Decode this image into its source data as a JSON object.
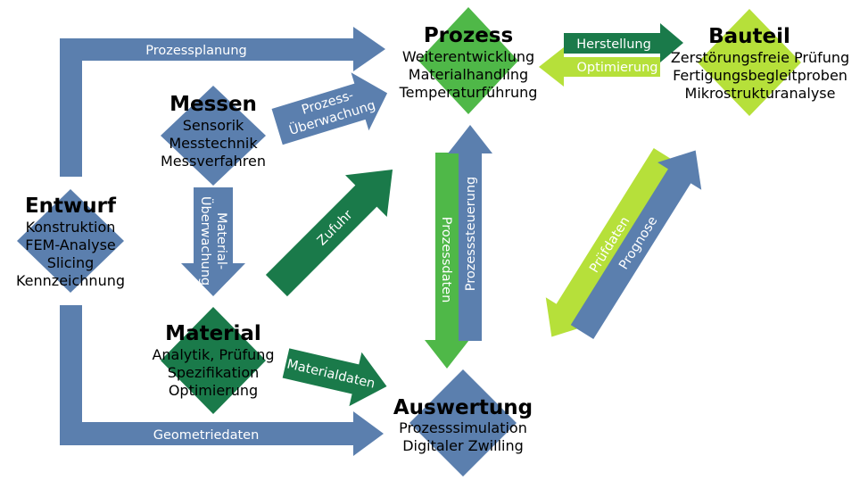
{
  "colors": {
    "blue": "#5b7fae",
    "dark_green": "#1a7a4a",
    "mid_green": "#4fb848",
    "lime": "#b6e03a"
  },
  "nodes": {
    "prozess": {
      "title": "Prozess",
      "lines": [
        "Weiterentwicklung",
        "Materialhandling",
        "Temperaturführung"
      ]
    },
    "bauteil": {
      "title": "Bauteil",
      "lines": [
        "Zerstörungsfreie Prüfung",
        "Fertigungsbegleitproben",
        "Mikrostrukturanalyse"
      ]
    },
    "messen": {
      "title": "Messen",
      "lines": [
        "Sensorik",
        "Messtechnik",
        "Messverfahren"
      ]
    },
    "entwurf": {
      "title": "Entwurf",
      "lines": [
        "Konstruktion",
        "FEM-Analyse",
        "Slicing",
        "Kennzeichnung"
      ]
    },
    "material": {
      "title": "Material",
      "lines": [
        "Analytik, Prüfung",
        "Spezifikation",
        "Optimierung"
      ]
    },
    "auswertung": {
      "title": "Auswertung",
      "lines": [
        "Prozesssimulation",
        "Digitaler Zwilling"
      ]
    }
  },
  "arrows": {
    "prozessplanung": "Prozessplanung",
    "geometriedaten": "Geometriedaten",
    "prozess_ueberwachung": [
      "Prozess-",
      "Überwachung"
    ],
    "material_ueberwachung": [
      "Material-",
      "Überwachung"
    ],
    "zufuhr": "Zufuhr",
    "materialdaten": "Materialdaten",
    "prozesssteuerung": "Prozesssteuerung",
    "prozessdaten": "Prozessdaten",
    "herstellung": "Herstellung",
    "optimierung": "Optimierung",
    "pruefdaten": "Prüfdaten",
    "prognose": "Prognose"
  }
}
